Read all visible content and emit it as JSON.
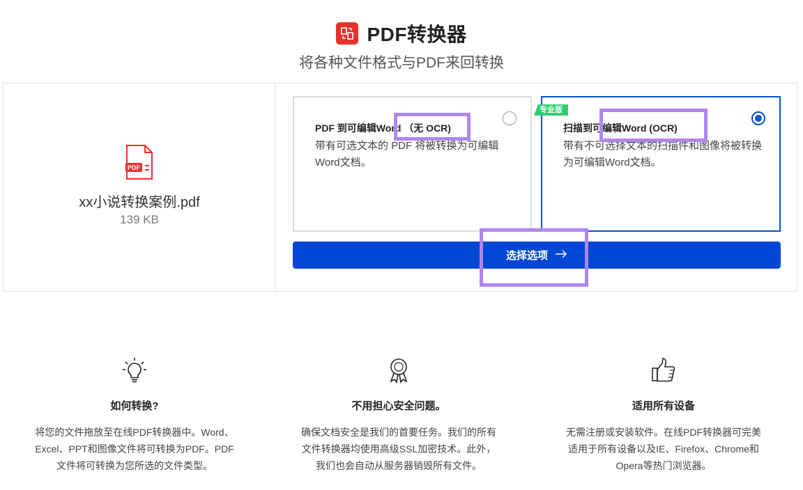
{
  "header": {
    "logo_icon": "pdf-convert-logo-icon",
    "title": "PDF转换器",
    "subtitle": "将各种文件格式与PDF来回转换"
  },
  "file": {
    "icon": "pdf-file-icon",
    "icon_label": "PDF",
    "name": "xx小说转换案例.pdf",
    "size": "139 KB"
  },
  "options": [
    {
      "title": "PDF 到可编辑Word （无 OCR)",
      "description": "带有可选文本的 PDF 将被转换为可编辑 Word文档。",
      "selected": false
    },
    {
      "badge": "专业版",
      "title": "扫描到可编辑Word (OCR)",
      "description": "带有不可选择文本的扫描件和图像将被转换为可编辑Word文档。",
      "selected": true
    }
  ],
  "select_button": {
    "label": "选择选项",
    "icon": "arrow-right-icon"
  },
  "features": [
    {
      "icon": "lightbulb-icon",
      "title": "如何转换?",
      "description": "将您的文件拖放至在线PDF转换器中。Word、Excel、PPT和图像文件将可转换为PDF。PDF文件将可转换为您所选的文件类型。"
    },
    {
      "icon": "award-ribbon-icon",
      "title": "不用担心安全问题。",
      "description": "确保文档安全是我们的首要任务。我们的所有文件转换器均使用高级SSL加密技术。此外，我们也会自动从服务器销毁所有文件。"
    },
    {
      "icon": "thumbs-up-icon",
      "title": "适用所有设备",
      "description": "无需注册或安装软件。在线PDF转换器可完美适用于所有设备以及IE、Firefox、Chrome和Opera等热门浏览器。"
    }
  ],
  "colors": {
    "brand_red": "#e5322d",
    "primary_blue": "#0047d6",
    "selected_border": "#0052cc",
    "pro_badge": "#2ecc71",
    "highlight": "#b185ee"
  }
}
